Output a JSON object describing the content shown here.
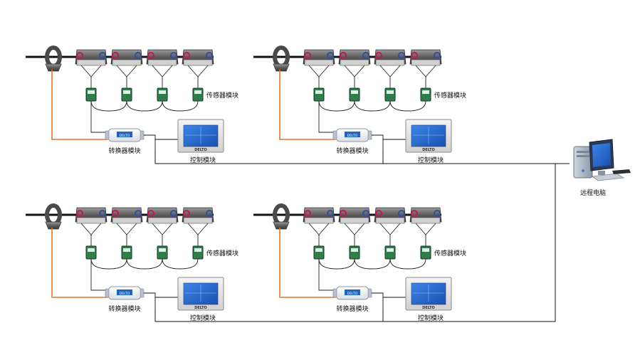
{
  "labels": {
    "sensor_module": "传感器模块",
    "converter_module": "转换器模块",
    "control_module": "控制模块",
    "remote_pc": "远程电脑"
  },
  "device_texts": {
    "brand": "DELTO"
  },
  "colors": {
    "bus_line": "#111111",
    "signal_line": "#e0772a",
    "sensor_body": "#2e7d4a",
    "screen_blue": "#1f63c8",
    "connector_red": "#c2185b",
    "connector_blue": "#2f4fa8",
    "clamp_gray": "#6a6a6a"
  },
  "layout": {
    "groups": 4,
    "sensors_per_group": 4
  }
}
